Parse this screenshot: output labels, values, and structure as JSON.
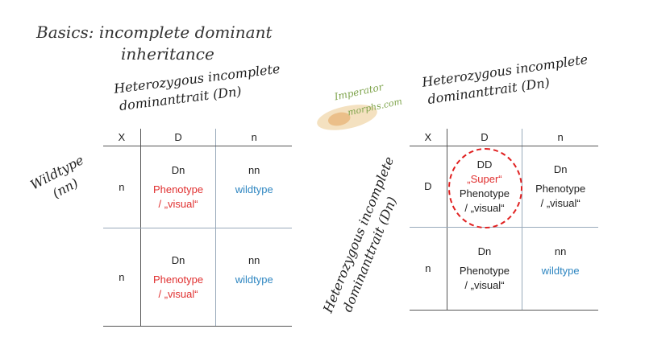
{
  "title": {
    "line1": "Basics: incomplete dominant",
    "line2": "inheritance"
  },
  "logo_text": "Imperator morphs.com",
  "left_cross": {
    "top_label": {
      "line1": "Heterozygous incomplete",
      "line2": "dominanttrait (Dn)"
    },
    "side_label": {
      "line1": "Wildtype",
      "line2": "(nn)"
    },
    "corner": "X",
    "col_headers": [
      "D",
      "n"
    ],
    "rows": [
      {
        "header": "n",
        "cells": [
          {
            "genotype": "Dn",
            "phenotype1": "Phenotype",
            "phenotype2": "/ „visual“"
          },
          {
            "genotype": "nn",
            "phenotype1": "wildtype"
          }
        ]
      },
      {
        "header": "n",
        "cells": [
          {
            "genotype": "Dn",
            "phenotype1": "Phenotype",
            "phenotype2": "/ „visual“"
          },
          {
            "genotype": "nn",
            "phenotype1": "wildtype"
          }
        ]
      }
    ]
  },
  "right_cross": {
    "top_label": {
      "line1": "Heterozygous incomplete",
      "line2": "dominanttrait (Dn)"
    },
    "side_label": {
      "line1": "Heterozygous incomplete",
      "line2": "dominanttrait (Dn)"
    },
    "corner": "X",
    "col_headers": [
      "D",
      "n"
    ],
    "rows": [
      {
        "header": "D",
        "cells": [
          {
            "genotype": "DD",
            "tag": "„Super“",
            "phenotype1": "Phenotype",
            "phenotype2": "/ „visual“"
          },
          {
            "genotype": "Dn",
            "phenotype1": "Phenotype",
            "phenotype2": "/ „visual“"
          }
        ]
      },
      {
        "header": "n",
        "cells": [
          {
            "genotype": "Dn",
            "phenotype1": "Phenotype",
            "phenotype2": "/ „visual“"
          },
          {
            "genotype": "nn",
            "phenotype1": "wildtype"
          }
        ]
      }
    ]
  },
  "colors": {
    "visual": "#e03030",
    "wildtype": "#2e86c1",
    "highlight": "#e02020"
  }
}
